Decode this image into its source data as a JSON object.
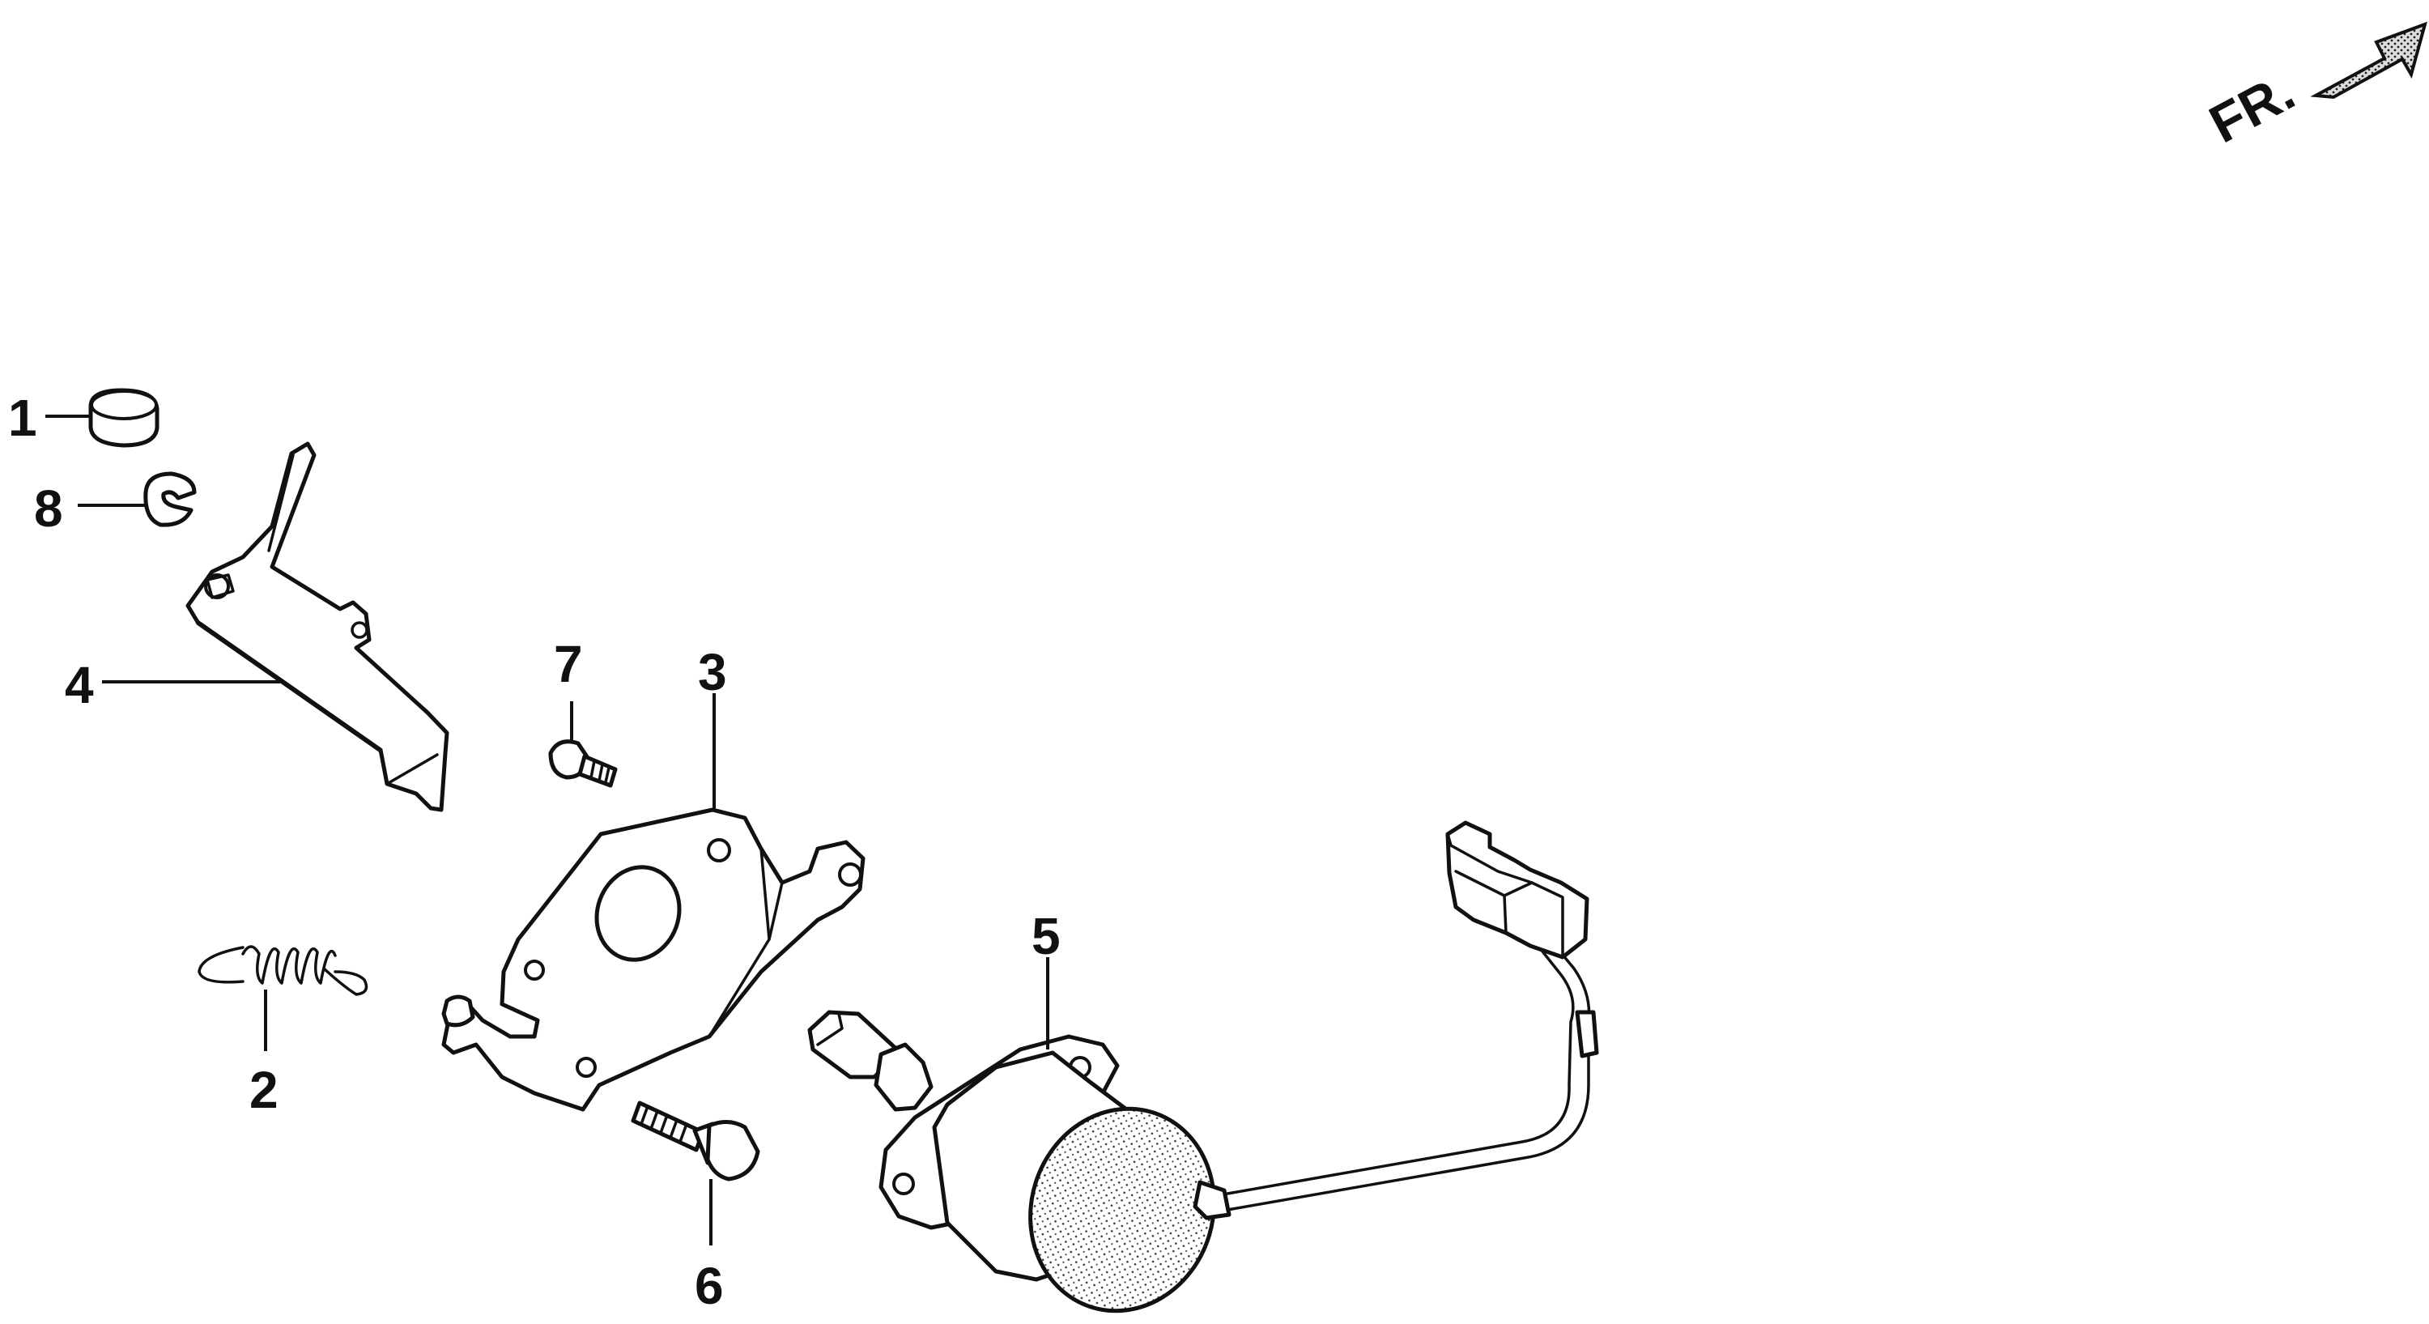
{
  "direction_indicator": {
    "label": "FR."
  },
  "callouts": [
    {
      "id": "1",
      "label": "1"
    },
    {
      "id": "2",
      "label": "2"
    },
    {
      "id": "3",
      "label": "3"
    },
    {
      "id": "4",
      "label": "4"
    },
    {
      "id": "5",
      "label": "5"
    },
    {
      "id": "6",
      "label": "6"
    },
    {
      "id": "7",
      "label": "7"
    },
    {
      "id": "8",
      "label": "8"
    }
  ]
}
